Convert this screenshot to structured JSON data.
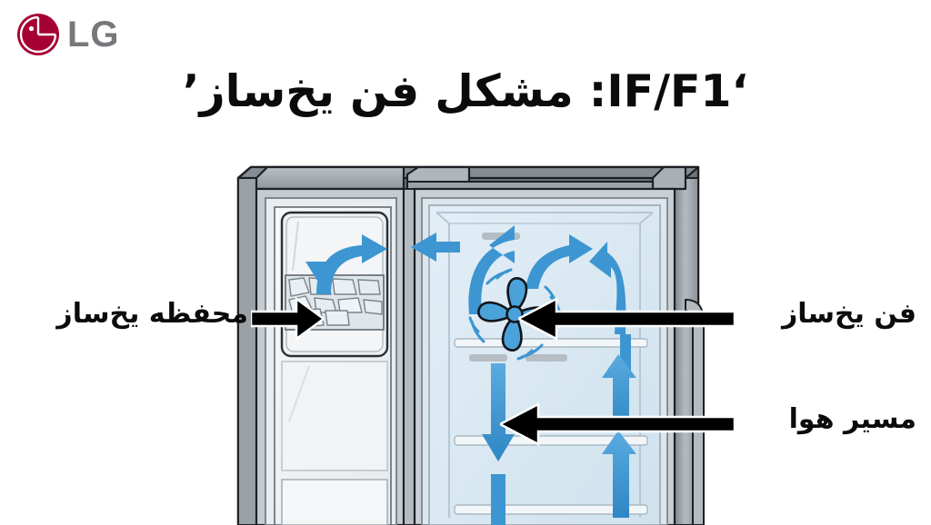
{
  "brand": {
    "logo_icon": "lg-circle-face-icon",
    "wordmark": "LG",
    "logo_color": "#a50034",
    "wordmark_color": "#77787b"
  },
  "header": {
    "title": "‘IF/F1: مشکل فن یخ‌ساز’"
  },
  "labels": {
    "ice_compartment": "محفظه یخ‌ساز",
    "ice_fan": "فن یخ‌ساز",
    "air_path": "مسیر هوا"
  },
  "illustration": {
    "subject": "side-by-side-refrigerator-cutaway",
    "pointer_arrow_color": "#000000",
    "airflow_arrow_color": "#3d96d1",
    "fan_icon": "fan-blades-icon",
    "ice_icon": "ice-cubes-icon",
    "cabinet_color": "#6e757a",
    "door_top_color": "#a8b0b5",
    "freezer_interior_color": "#d7e8f2",
    "fresh_compartment_color": "#eef1f3"
  }
}
